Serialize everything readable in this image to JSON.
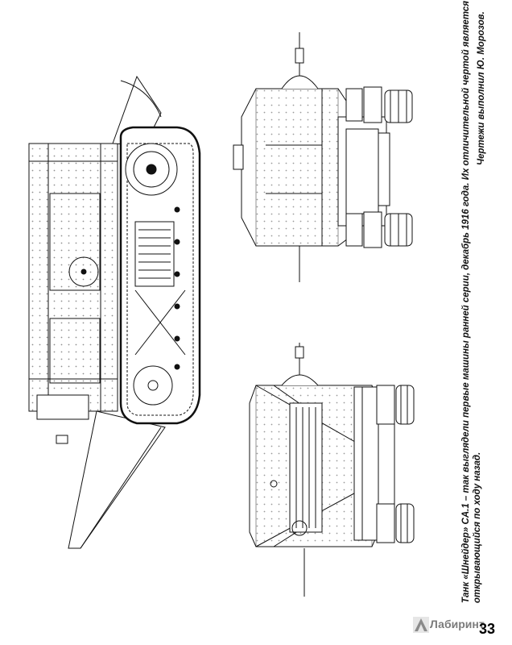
{
  "caption": {
    "line1": "Танк «Шнейдер» CA.1 – так выглядели первые машины ранней серии, декабрь 1916 года. Их отличительной чертой является люк водителя,",
    "line2": "открывающийся по ходу назад."
  },
  "credits": "Чертежи выполнил Ю. Морозов.",
  "page_number": "33",
  "watermark": {
    "text": "Лабиринт",
    "icon": "labirint-logo-icon"
  }
}
